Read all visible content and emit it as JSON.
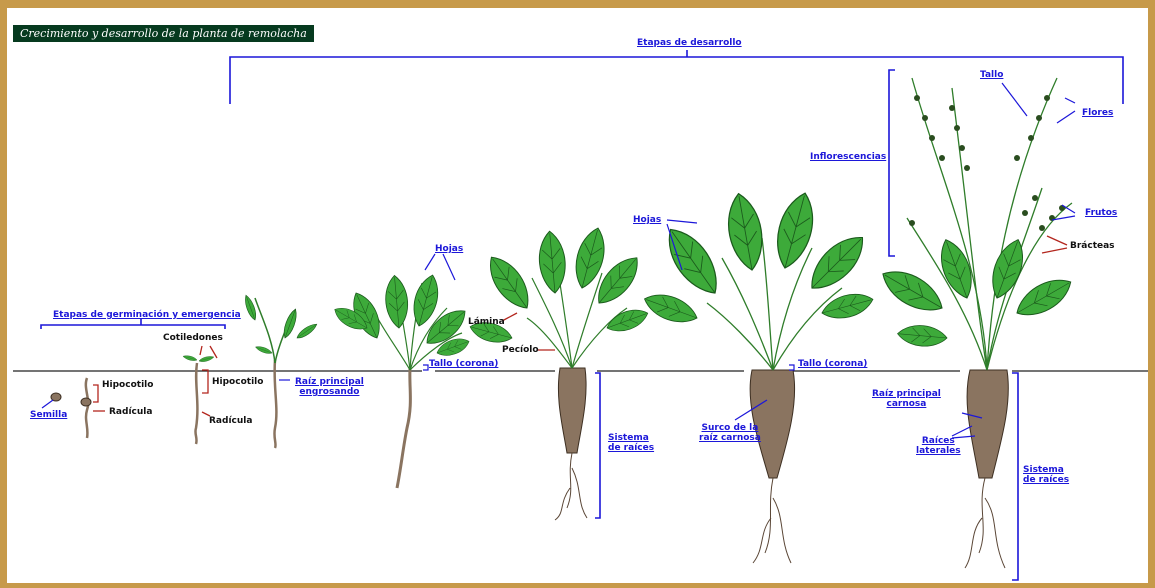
{
  "title": "Crecimiento y desarrollo de la planta de remolacha",
  "stages_top": "Etapas de desarrollo",
  "stages_germ": "Etapas de germinación y emergencia",
  "labels": {
    "semilla": "Semilla",
    "hipocotilo_1": "Hipocotilo",
    "radicula_1": "Radícula",
    "cotiledones": "Cotiledones",
    "hipocotilo_2": "Hipocotilo",
    "radicula_2": "Radícula",
    "raiz_principal_1a": "Raíz principal",
    "raiz_principal_1b": "engrosando",
    "hojas_1": "Hojas",
    "tallo_corona_1": "Tallo (corona)",
    "lamina": "Lámina",
    "peciolo": "Pecíolo",
    "sistema_1a": "Sistema",
    "sistema_1b": "de raíces",
    "hojas_2": "Hojas",
    "tallo_corona_2": "Tallo (corona)",
    "surco_a": "Surco de la",
    "surco_b": "raíz carnosa",
    "tallo": "Tallo",
    "flores": "Flores",
    "inflorescencias": "Inflorescencias",
    "frutos": "Frutos",
    "bracteas": "Brácteas",
    "raiz_carnosa_a": "Raíz principal",
    "raiz_carnosa_b": "carnosa",
    "raices_lat_a": "Raíces",
    "raices_lat_b": "laterales",
    "sistema_2a": "Sistema",
    "sistema_2b": "de raíces"
  },
  "colors": {
    "frame": "#c79a4a",
    "title_bg": "#063a1f",
    "label_link": "#1c17d9",
    "leader_red": "#b3261e",
    "leaf_green": "#3daa3a",
    "root_brown": "#8a7460"
  }
}
